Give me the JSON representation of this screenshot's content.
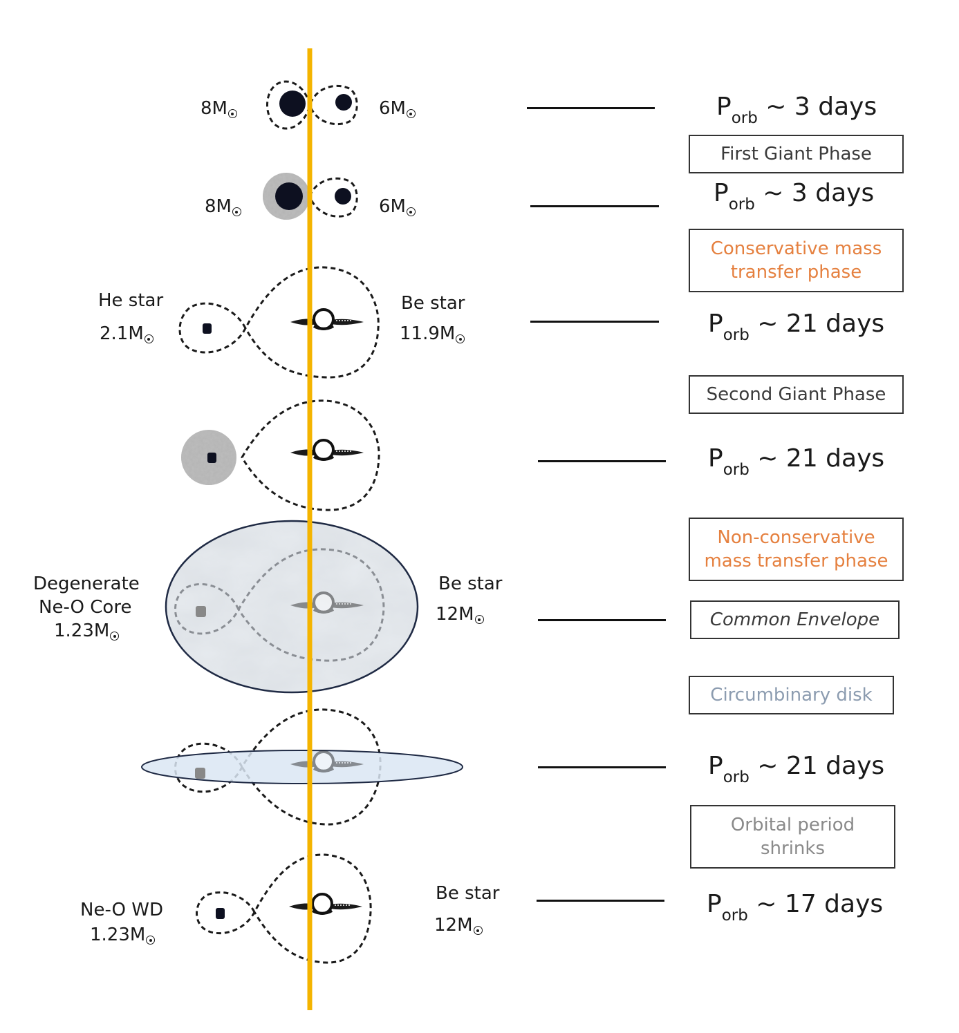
{
  "unit_symbol": "⊙",
  "colors": {
    "axis": "#f4b400",
    "orange": "#e5803f",
    "blue_gray": "#8c9cb0",
    "gray": "#8a8a8a",
    "envelope_fill": "#e8ecf0",
    "disk_fill": "#dbe6f3",
    "outline": "#1f2a44"
  },
  "stages": [
    {
      "left_mass": "8M",
      "right_mass": "6M",
      "porb": {
        "p": "P",
        "sub": "orb",
        "rest": " ~ 3 days"
      }
    },
    {
      "left_mass": "8M",
      "right_mass": "6M",
      "porb": {
        "p": "P",
        "sub": "orb",
        "rest": " ~ 3 days"
      }
    },
    {
      "left_name": "He star",
      "left_mass": "2.1M",
      "right_name": "Be star",
      "right_mass": "11.9M",
      "porb": {
        "p": "P",
        "sub": "orb",
        "rest": " ~ 21 days"
      }
    },
    {
      "porb": {
        "p": "P",
        "sub": "orb",
        "rest": " ~ 21 days"
      }
    },
    {
      "left_name_1": "Degenerate",
      "left_name_2": "Ne-O Core",
      "left_mass": "1.23M",
      "right_name": "Be star",
      "right_mass": "12M"
    },
    {
      "porb": {
        "p": "P",
        "sub": "orb",
        "rest": " ~ 21 days"
      }
    },
    {
      "left_name": "Ne-O WD",
      "left_mass": "1.23M",
      "right_name": "Be star",
      "right_mass": "12M",
      "porb": {
        "p": "P",
        "sub": "orb",
        "rest": " ~ 17 days"
      }
    }
  ],
  "phases": [
    {
      "lines": [
        "First Giant Phase"
      ],
      "style": "dark"
    },
    {
      "lines": [
        "Conservative mass",
        "transfer phase"
      ],
      "style": "orange"
    },
    {
      "lines": [
        "Second Giant Phase"
      ],
      "style": "dark"
    },
    {
      "lines": [
        "Non-conservative",
        "mass transfer phase"
      ],
      "style": "orange"
    },
    {
      "lines": [
        "Common Envelope"
      ],
      "style": "italic"
    },
    {
      "lines": [
        "Circumbinary disk"
      ],
      "style": "blue"
    },
    {
      "lines": [
        "Orbital period",
        "shrinks"
      ],
      "style": "gray"
    }
  ]
}
